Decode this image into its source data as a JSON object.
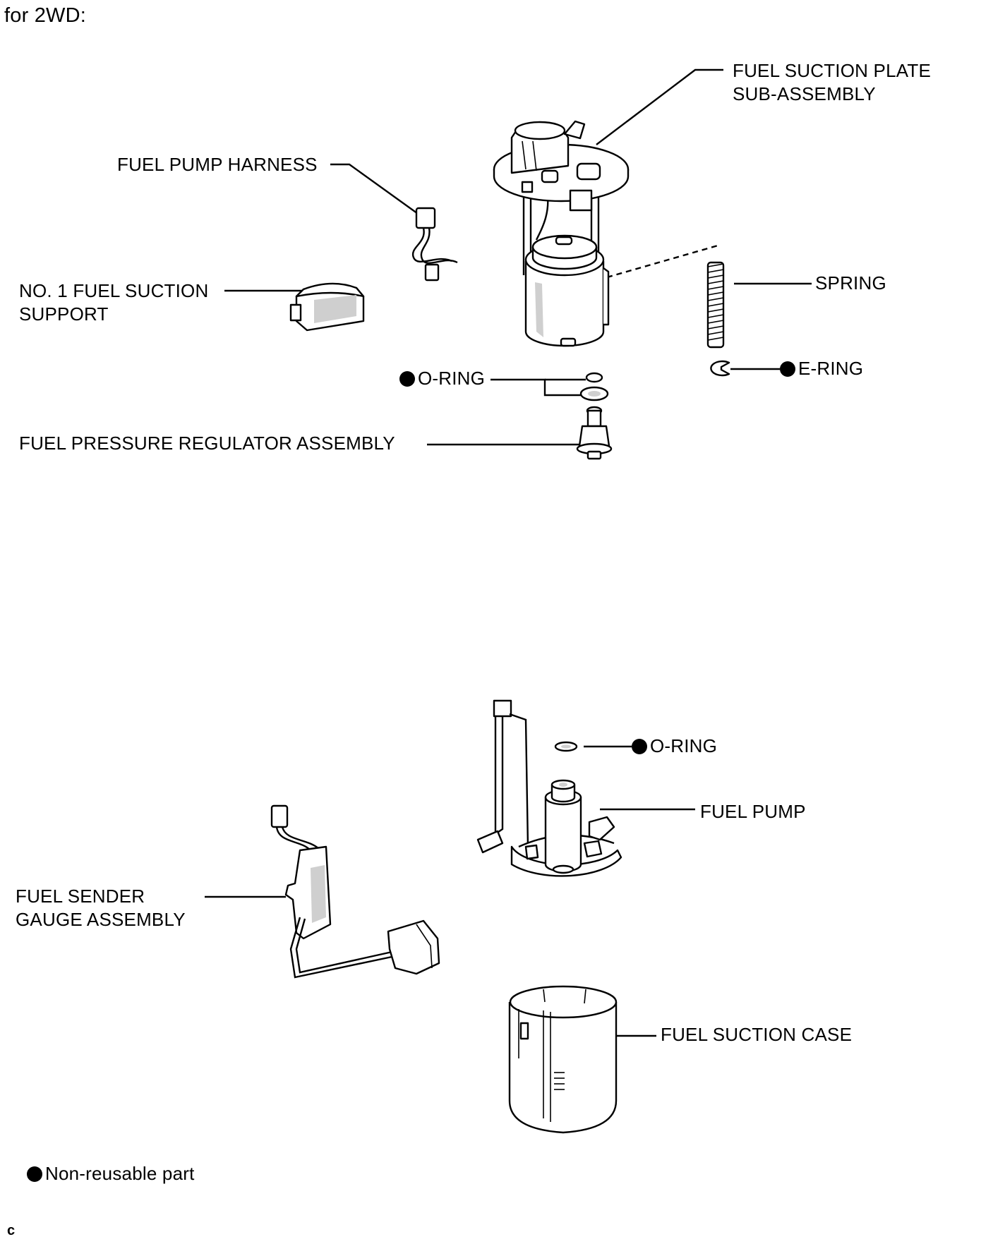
{
  "heading": "for 2WD:",
  "labels": {
    "fuel_suction_plate_line1": "FUEL SUCTION PLATE",
    "fuel_suction_plate_line2": "SUB-ASSEMBLY",
    "fuel_pump_harness": "FUEL PUMP HARNESS",
    "no1_fuel_suction_support_line1": "NO. 1 FUEL SUCTION",
    "no1_fuel_suction_support_line2": "SUPPORT",
    "spring": "SPRING",
    "e_ring": "E-RING",
    "o_ring_upper": "O-RING",
    "fuel_pressure_regulator": "FUEL PRESSURE REGULATOR ASSEMBLY",
    "o_ring_lower": "O-RING",
    "fuel_pump": "FUEL PUMP",
    "fuel_sender_gauge_line1": "FUEL SENDER",
    "fuel_sender_gauge_line2": "GAUGE ASSEMBLY",
    "fuel_suction_case": "FUEL SUCTION CASE"
  },
  "legend": {
    "non_reusable": "Non-reusable part"
  },
  "corner_mark": "c",
  "colors": {
    "ink": "#000000",
    "paper": "#ffffff",
    "shade": "#cfcfcf"
  }
}
